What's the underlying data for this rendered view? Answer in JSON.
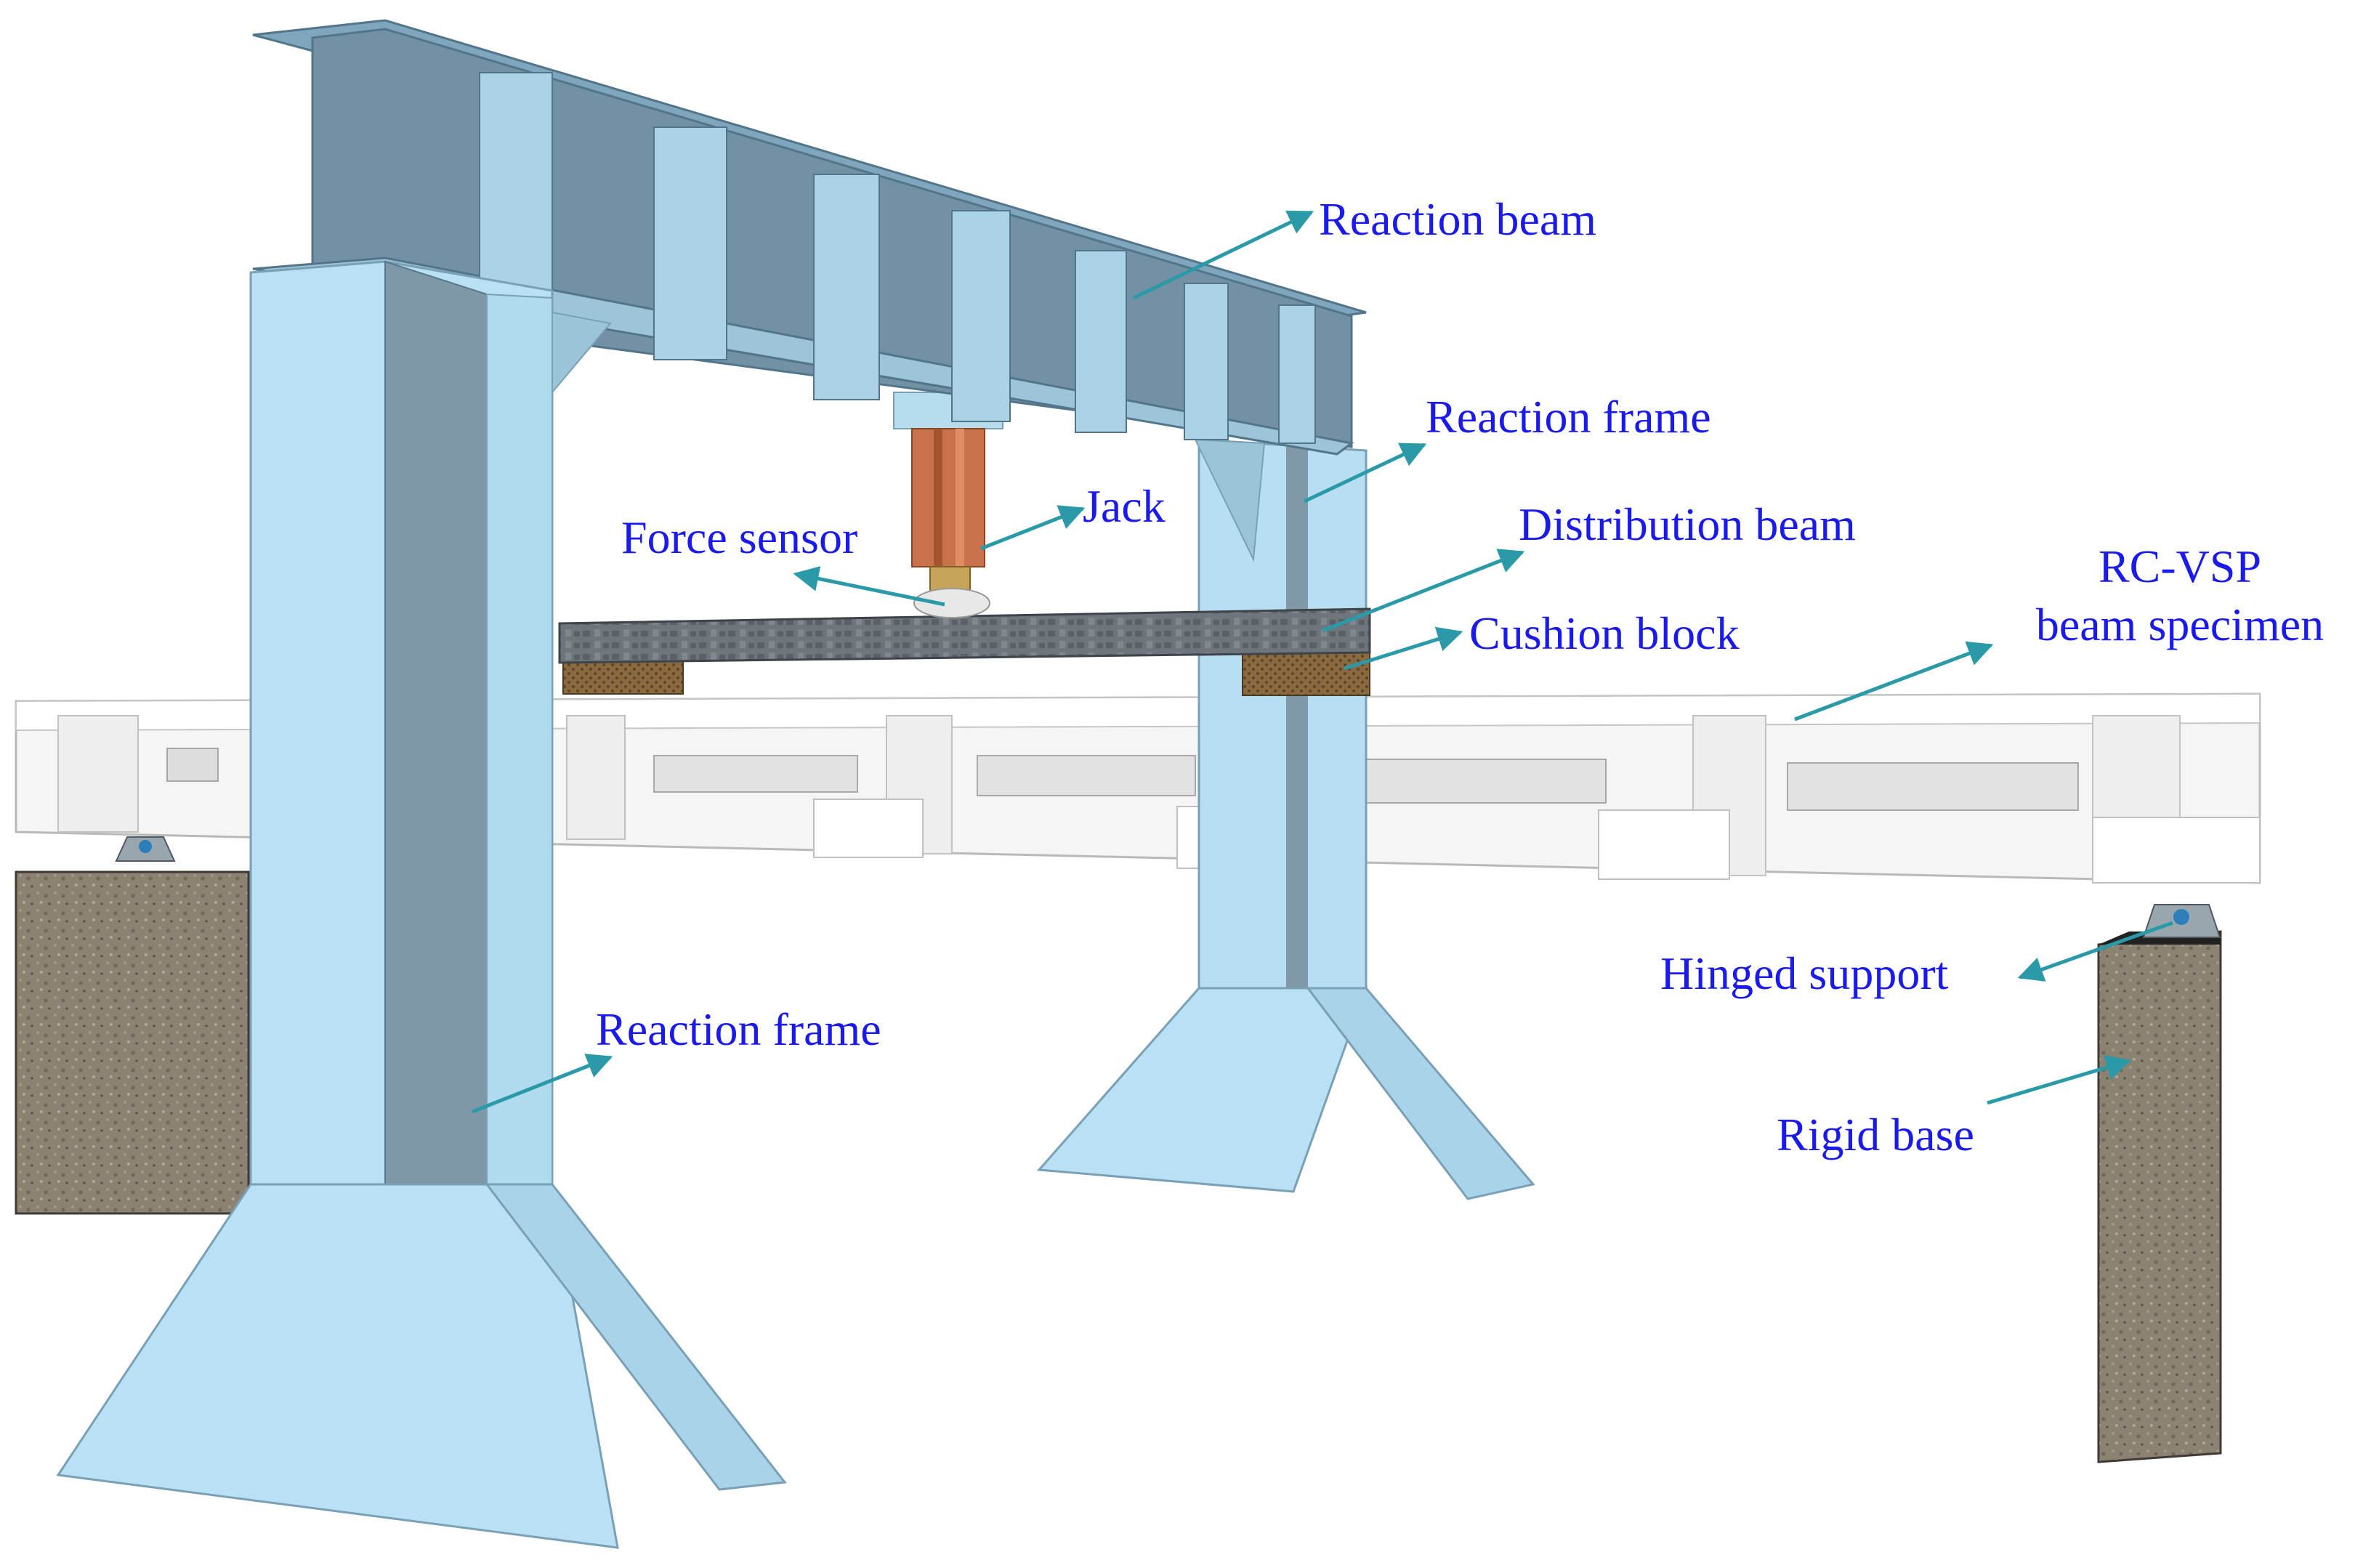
{
  "labels": {
    "reaction_beam": "Reaction beam",
    "reaction_frame_right": "Reaction frame",
    "jack": "Jack",
    "force_sensor": "Force sensor",
    "distribution_beam": "Distribution beam",
    "cushion_block": "Cushion block",
    "specimen_line1": "RC-VSP",
    "specimen_line2": "beam specimen",
    "hinged_support": "Hinged support",
    "reaction_frame_left": "Reaction frame",
    "rigid_base": "Rigid base"
  },
  "colors": {
    "label_text": "#1a1aee",
    "leader_arrow": "#2a9aa8",
    "steel_light": "#b8e0f2",
    "steel_mid": "#8fbfd6",
    "steel_dark": "#6f94a8",
    "jack": "#c8704a",
    "specimen": "#f4f4f4",
    "concrete": "#8a8070"
  }
}
